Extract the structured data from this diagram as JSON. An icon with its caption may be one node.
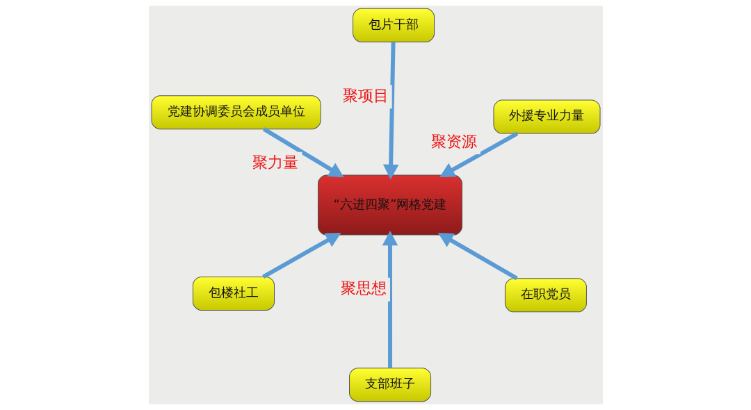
{
  "diagram": {
    "nodes": [
      {
        "text": [
          "“六进四聚”网格党建"
        ]
      },
      {
        "text": [
          "在职党员"
        ]
      },
      {
        "text": [
          "支部班子"
        ]
      },
      {
        "text": [
          "党建协调委员会成员单位"
        ]
      },
      {
        "text": [
          "外援专业力量"
        ]
      },
      {
        "text": [
          "包片干部"
        ]
      },
      {
        "text": [
          "包楼社工"
        ]
      }
    ],
    "edges": [
      {
        "from": 1,
        "to": 0,
        "arrow": "to"
      },
      {
        "from": 2,
        "to": 0,
        "arrow": "to",
        "label": "聚思想"
      },
      {
        "from": 3,
        "to": 0,
        "arrow": "to",
        "label": "聚力量"
      },
      {
        "from": 4,
        "to": 0,
        "arrow": "to",
        "label": "聚资源"
      },
      {
        "from": 5,
        "to": 0,
        "arrow": "to",
        "label": "聚项目"
      },
      {
        "from": 6,
        "to": 0,
        "arrow": "to"
      }
    ]
  }
}
